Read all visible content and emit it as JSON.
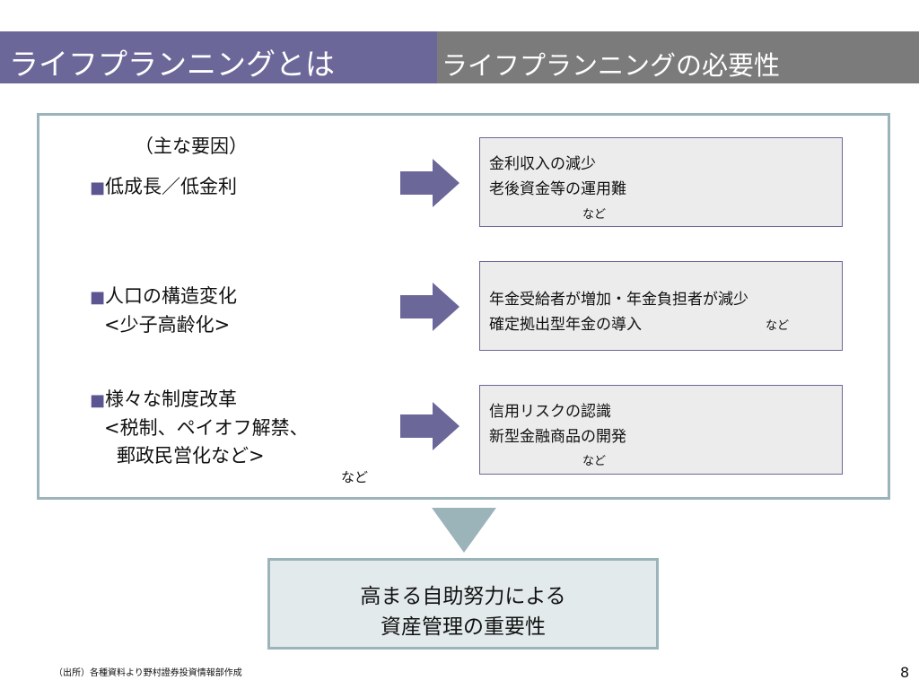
{
  "header": {
    "left_title": "ライフプランニングとは",
    "right_title": "ライフプランニングの必要性"
  },
  "factors": {
    "heading": "（主な要因）",
    "bullet_glyph": "■",
    "items": [
      {
        "lines": [
          "低成長／低金利"
        ]
      },
      {
        "lines": [
          "人口の構造変化",
          "<少子高齢化>"
        ]
      },
      {
        "lines": [
          "様々な制度改革",
          "<税制、ペイオフ解禁、",
          "郵政民営化など>"
        ]
      }
    ],
    "trailing_note": "など"
  },
  "results": [
    {
      "lines": [
        "金利収入の減少",
        "老後資金等の運用難"
      ],
      "note": "など"
    },
    {
      "lines": [
        "年金受給者が増加・年金負担者が減少",
        "確定拠出型年金の導入"
      ],
      "note": "など"
    },
    {
      "lines": [
        "信用リスクの認識",
        "新型金融商品の開発"
      ],
      "note": "など"
    }
  ],
  "conclusion": {
    "lines": [
      "高まる自助努力による",
      "資産管理の重要性"
    ]
  },
  "footer": {
    "source": "（出所）各種資料より野村證券投資情報部作成",
    "page_number": "8"
  },
  "colors": {
    "header_left": "#6b6799",
    "header_right": "#7b7b7b",
    "arrow": "#6b6799",
    "frame_border": "#9bb4ba",
    "result_box_bg": "#ececec",
    "conclusion_bg": "#e3eaec"
  }
}
